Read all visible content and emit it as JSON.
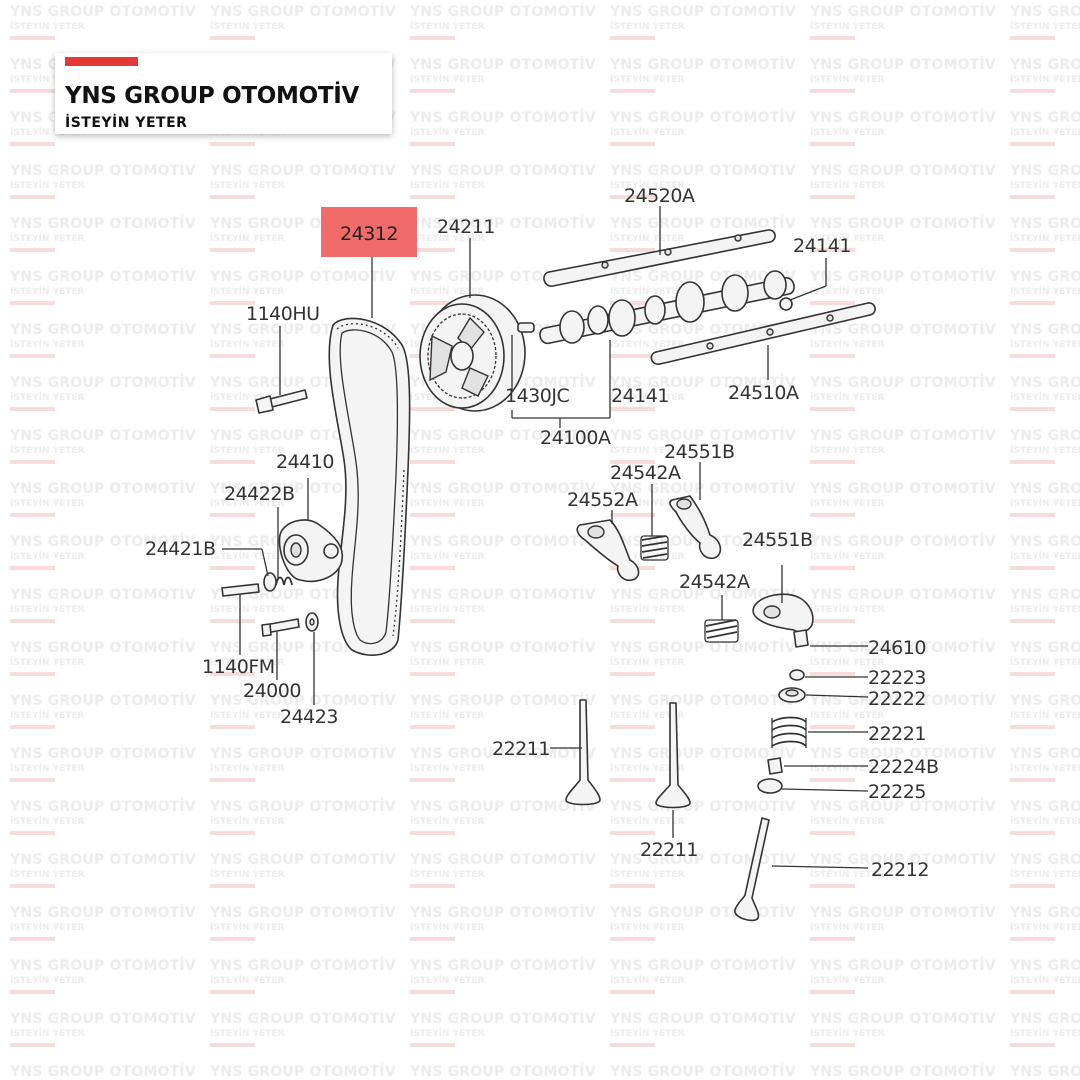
{
  "watermark": {
    "line1": "YNS GROUP OTOMOTİV",
    "line2": "İSTEYİN YETER"
  },
  "logo": {
    "title": "YNS GROUP OTOMOTİV",
    "subtitle": "İSTEYİN YETER"
  },
  "colors": {
    "accent": "#e53935",
    "highlight": "#f26b6b",
    "watermark_text": "#ececec"
  },
  "highlighted_part": "24312",
  "part_labels": {
    "timing_belt": "24312",
    "camshaft_sprocket": "24211",
    "bolt_1140hu": "1140HU",
    "tensioner": "24410",
    "tensioner_part": "24422B",
    "tensioner_spring": "24421B",
    "bolt_1140fm": "1140FM",
    "bolt_24000": "24000",
    "washer": "24423",
    "rocker_shaft_upper": "24520A",
    "camshaft_plug": "24141",
    "pin": "1430JC",
    "camshaft_seal": "24141",
    "rocker_shaft_lower": "24510A",
    "camshaft": "24100A",
    "rocker_arm_upper": "24551B",
    "spring_upper": "24542A",
    "rocker_arm_left": "24552A",
    "rocker_arm_right": "24551B",
    "spring_lower": "24542A",
    "adjuster": "24610",
    "keeper": "22223",
    "retainer": "22222",
    "valve_spring": "22221",
    "valve_seal": "22224B",
    "spring_seat": "22225",
    "valve_left": "22211",
    "valve_middle": "22211",
    "valve_exhaust": "22212"
  }
}
